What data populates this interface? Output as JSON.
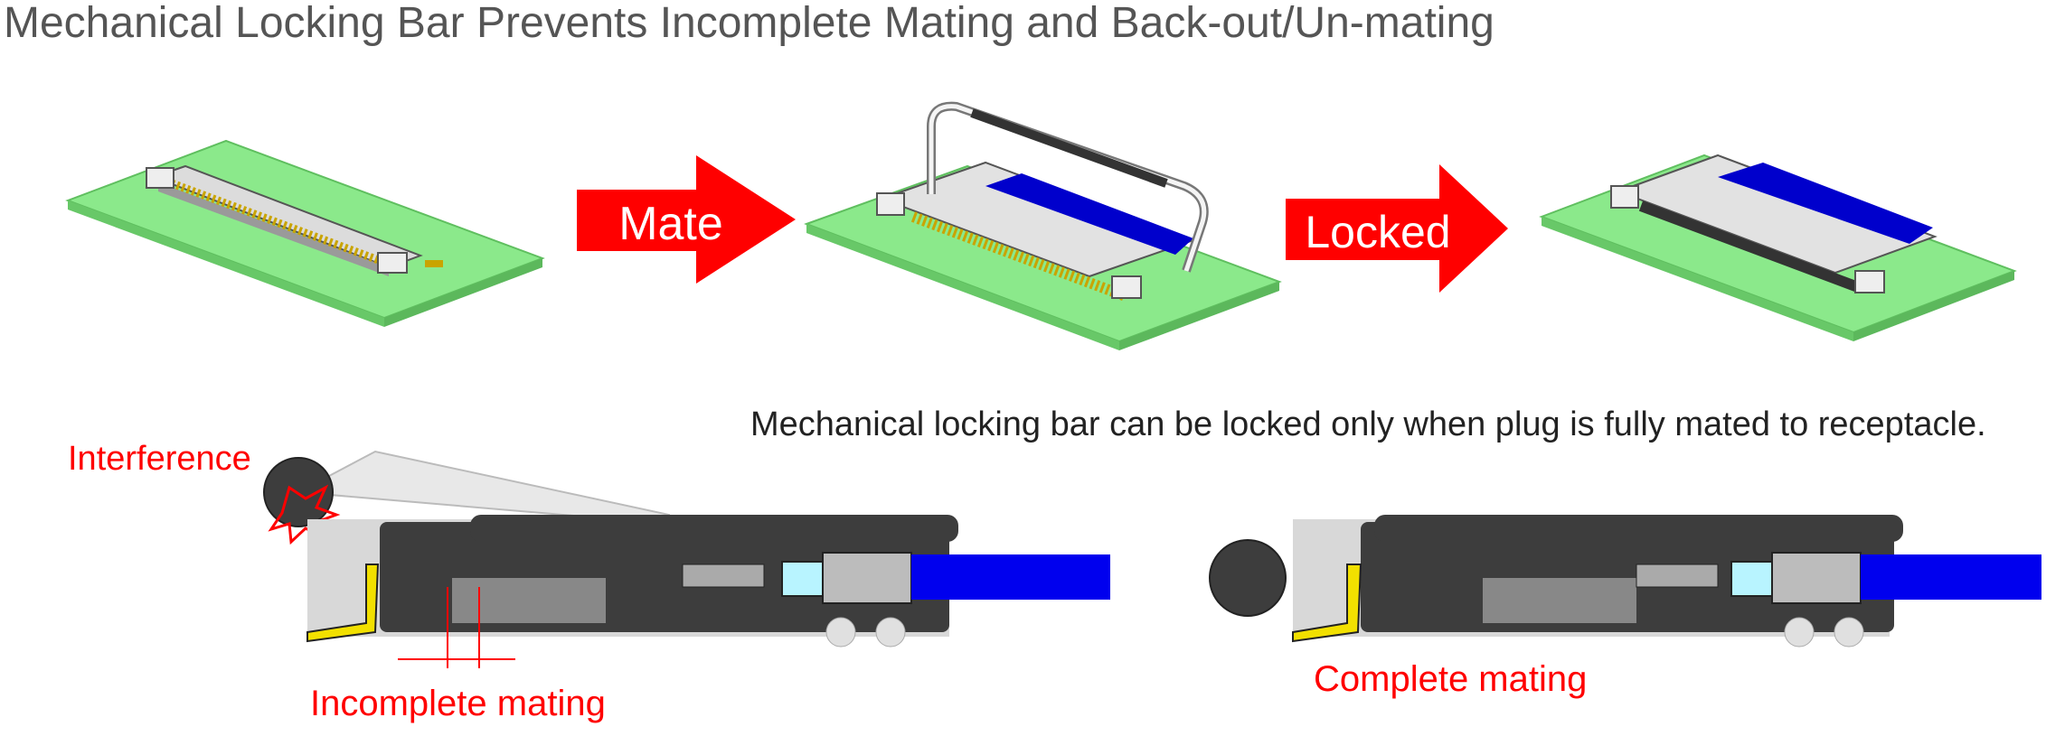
{
  "page": {
    "title": "Mechanical Locking Bar Prevents Incomplete Mating and Back-out/Un-mating"
  },
  "arrows": {
    "mate": "Mate",
    "locked": "Locked"
  },
  "caption": "Mechanical locking bar can be locked only when plug is fully mated to receptacle.",
  "labels": {
    "interference": "Interference",
    "incomplete": "Incomplete mating",
    "complete": "Complete mating"
  },
  "colors": {
    "pcb": "#8be98b",
    "arrow": "#ff0000",
    "cable": "#0000ee",
    "label_red": "#ff0000",
    "dark": "#3a3a3a",
    "gold": "#f2e000"
  }
}
